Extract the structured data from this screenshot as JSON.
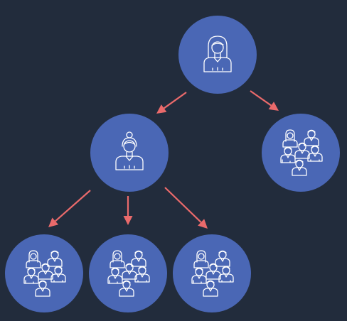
{
  "colors": {
    "background": "#222c3c",
    "node_fill": "#4a67b5",
    "arrow": "#ea6a6b",
    "icon_stroke": "#ffffff"
  },
  "nodes": [
    {
      "id": "top-manager",
      "icon": "female-manager-icon"
    },
    {
      "id": "middle-manager",
      "icon": "female-manager-bun-icon"
    },
    {
      "id": "team-right",
      "icon": "team-group-icon"
    },
    {
      "id": "team-bottom-1",
      "icon": "team-group-icon"
    },
    {
      "id": "team-bottom-2",
      "icon": "team-group-icon"
    },
    {
      "id": "team-bottom-3",
      "icon": "team-group-icon"
    }
  ],
  "edges": [
    {
      "from": "top-manager",
      "to": "middle-manager"
    },
    {
      "from": "top-manager",
      "to": "team-right"
    },
    {
      "from": "middle-manager",
      "to": "team-bottom-1"
    },
    {
      "from": "middle-manager",
      "to": "team-bottom-2"
    },
    {
      "from": "middle-manager",
      "to": "team-bottom-3"
    }
  ]
}
